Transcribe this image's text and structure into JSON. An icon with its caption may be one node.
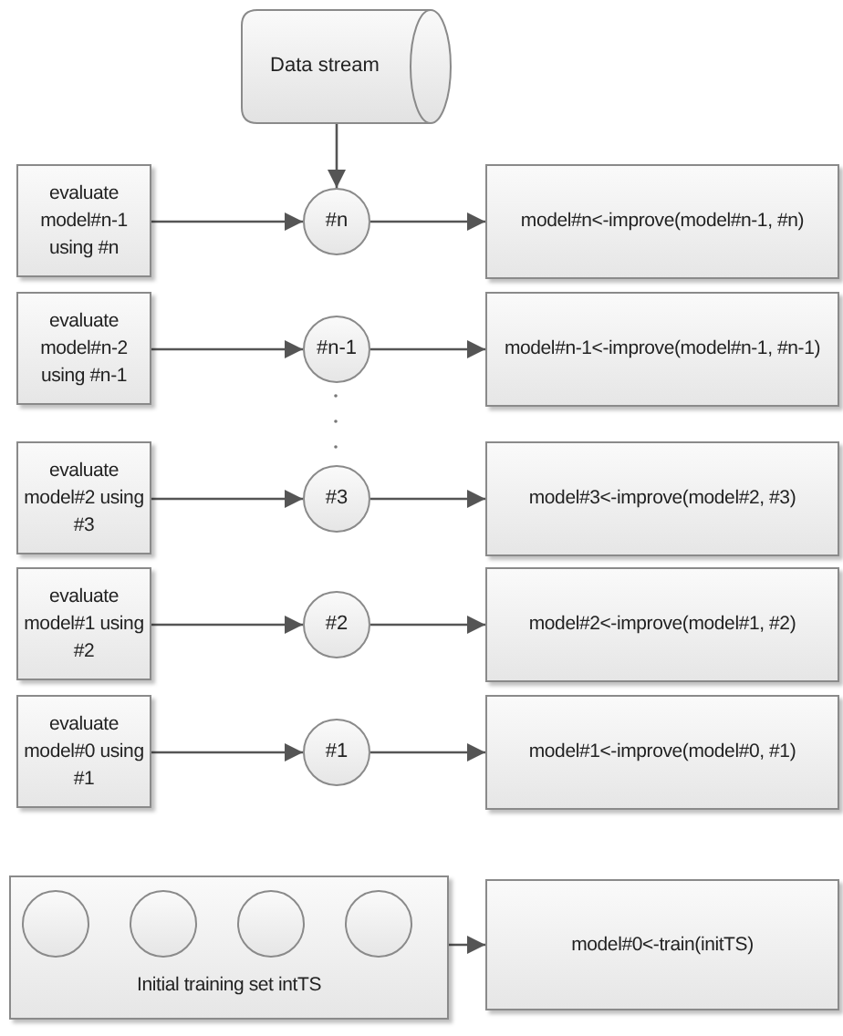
{
  "diagram": {
    "nodes": [
      {
        "text": [
          "Data stream"
        ]
      },
      {
        "text": [
          "evaluate model#n-1 using #n"
        ]
      },
      {
        "text": [
          "#n"
        ]
      },
      {
        "text": [
          "model#n<-improve(model#n-1, #n)"
        ]
      },
      {
        "text": [
          "evaluate model#n-2 using #n-1"
        ]
      },
      {
        "text": [
          "#n-1"
        ]
      },
      {
        "text": [
          "model#n-1<-improve(model#n-1, #n-1)"
        ]
      },
      {
        "text": [
          "evaluate model#2 using #3"
        ]
      },
      {
        "text": [
          "#3"
        ]
      },
      {
        "text": [
          "model#3<-improve(model#2, #3)"
        ]
      },
      {
        "text": [
          "evaluate model#1 using #2"
        ]
      },
      {
        "text": [
          "#2"
        ]
      },
      {
        "text": [
          "model#2<-improve(model#1, #2)"
        ]
      },
      {
        "text": [
          "evaluate model#0 using #1"
        ]
      },
      {
        "text": [
          "#1"
        ]
      },
      {
        "text": [
          "model#1<-improve(model#0, #1)"
        ]
      },
      {
        "text": [
          "Initial training set intTS"
        ]
      },
      {
        "text": [],
        "shape": "circle",
        "in": 16
      },
      {
        "text": [],
        "shape": "circle",
        "in": 16
      },
      {
        "text": [],
        "shape": "circle",
        "in": 16
      },
      {
        "text": [],
        "shape": "circle",
        "in": 16
      },
      {
        "text": [
          "model#0<-train(initTS)"
        ]
      }
    ],
    "edges": [
      {
        "from": 0,
        "to": 2,
        "arrow": "to"
      },
      {
        "from": 1,
        "to": 2,
        "arrow": "to"
      },
      {
        "from": 2,
        "to": 3,
        "arrow": "to"
      },
      {
        "from": 4,
        "to": 5,
        "arrow": "to"
      },
      {
        "from": 5,
        "to": 6,
        "arrow": "to"
      },
      {
        "from": 7,
        "to": 8,
        "arrow": "to"
      },
      {
        "from": 8,
        "to": 9,
        "arrow": "to"
      },
      {
        "from": 10,
        "to": 11,
        "arrow": "to"
      },
      {
        "from": 11,
        "to": 12,
        "arrow": "to"
      },
      {
        "from": 13,
        "to": 14,
        "arrow": "to"
      },
      {
        "from": 14,
        "to": 15,
        "arrow": "to"
      },
      {
        "from": 16,
        "to": 21,
        "arrow": "to"
      }
    ]
  }
}
